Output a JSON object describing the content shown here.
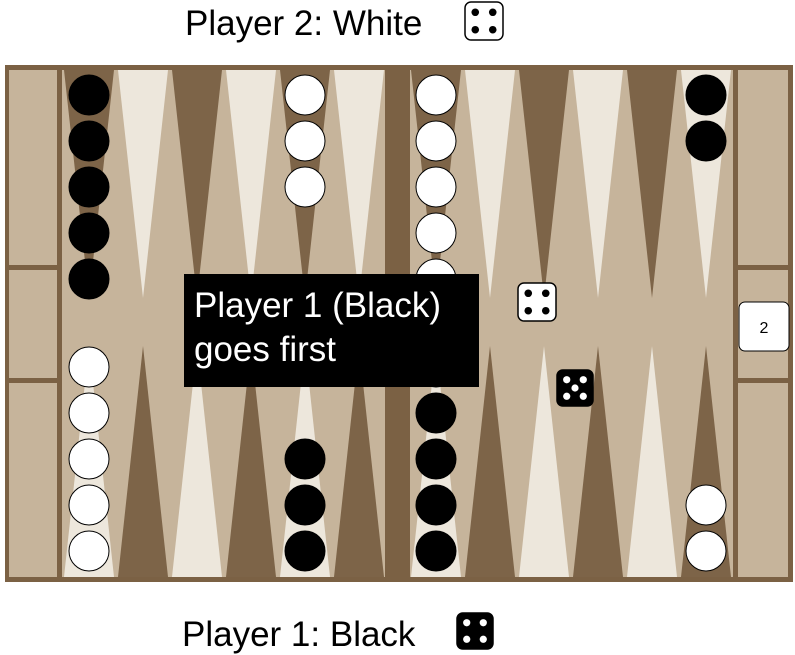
{
  "players": {
    "top_label": "Player 2: White",
    "top_die": 4,
    "bottom_label": "Player 1: Black",
    "bottom_die": 4
  },
  "message": {
    "line1": "Player 1 (Black)",
    "line2": "goes first"
  },
  "board_dice": [
    {
      "value": 4,
      "color": "white"
    },
    {
      "value": 5,
      "color": "black"
    }
  ],
  "doubling_cube": "2",
  "colors": {
    "frame": "#7b6144",
    "felt": "#c6b49b",
    "dark_point": "#7d6448",
    "light_point": "#ede7dc",
    "checker_black": "#000000",
    "checker_white": "#ffffff"
  },
  "checkers": {
    "top": [
      {
        "point": 1,
        "color": "black",
        "count": 5
      },
      {
        "point": 5,
        "color": "white",
        "count": 3
      },
      {
        "point": 7,
        "color": "white",
        "count": 5
      },
      {
        "point": 12,
        "color": "black",
        "count": 2
      }
    ],
    "bottom": [
      {
        "point": 1,
        "color": "white",
        "count": 5
      },
      {
        "point": 5,
        "color": "black",
        "count": 3
      },
      {
        "point": 7,
        "color": "black",
        "count": 5
      },
      {
        "point": 12,
        "color": "white",
        "count": 2
      }
    ]
  }
}
